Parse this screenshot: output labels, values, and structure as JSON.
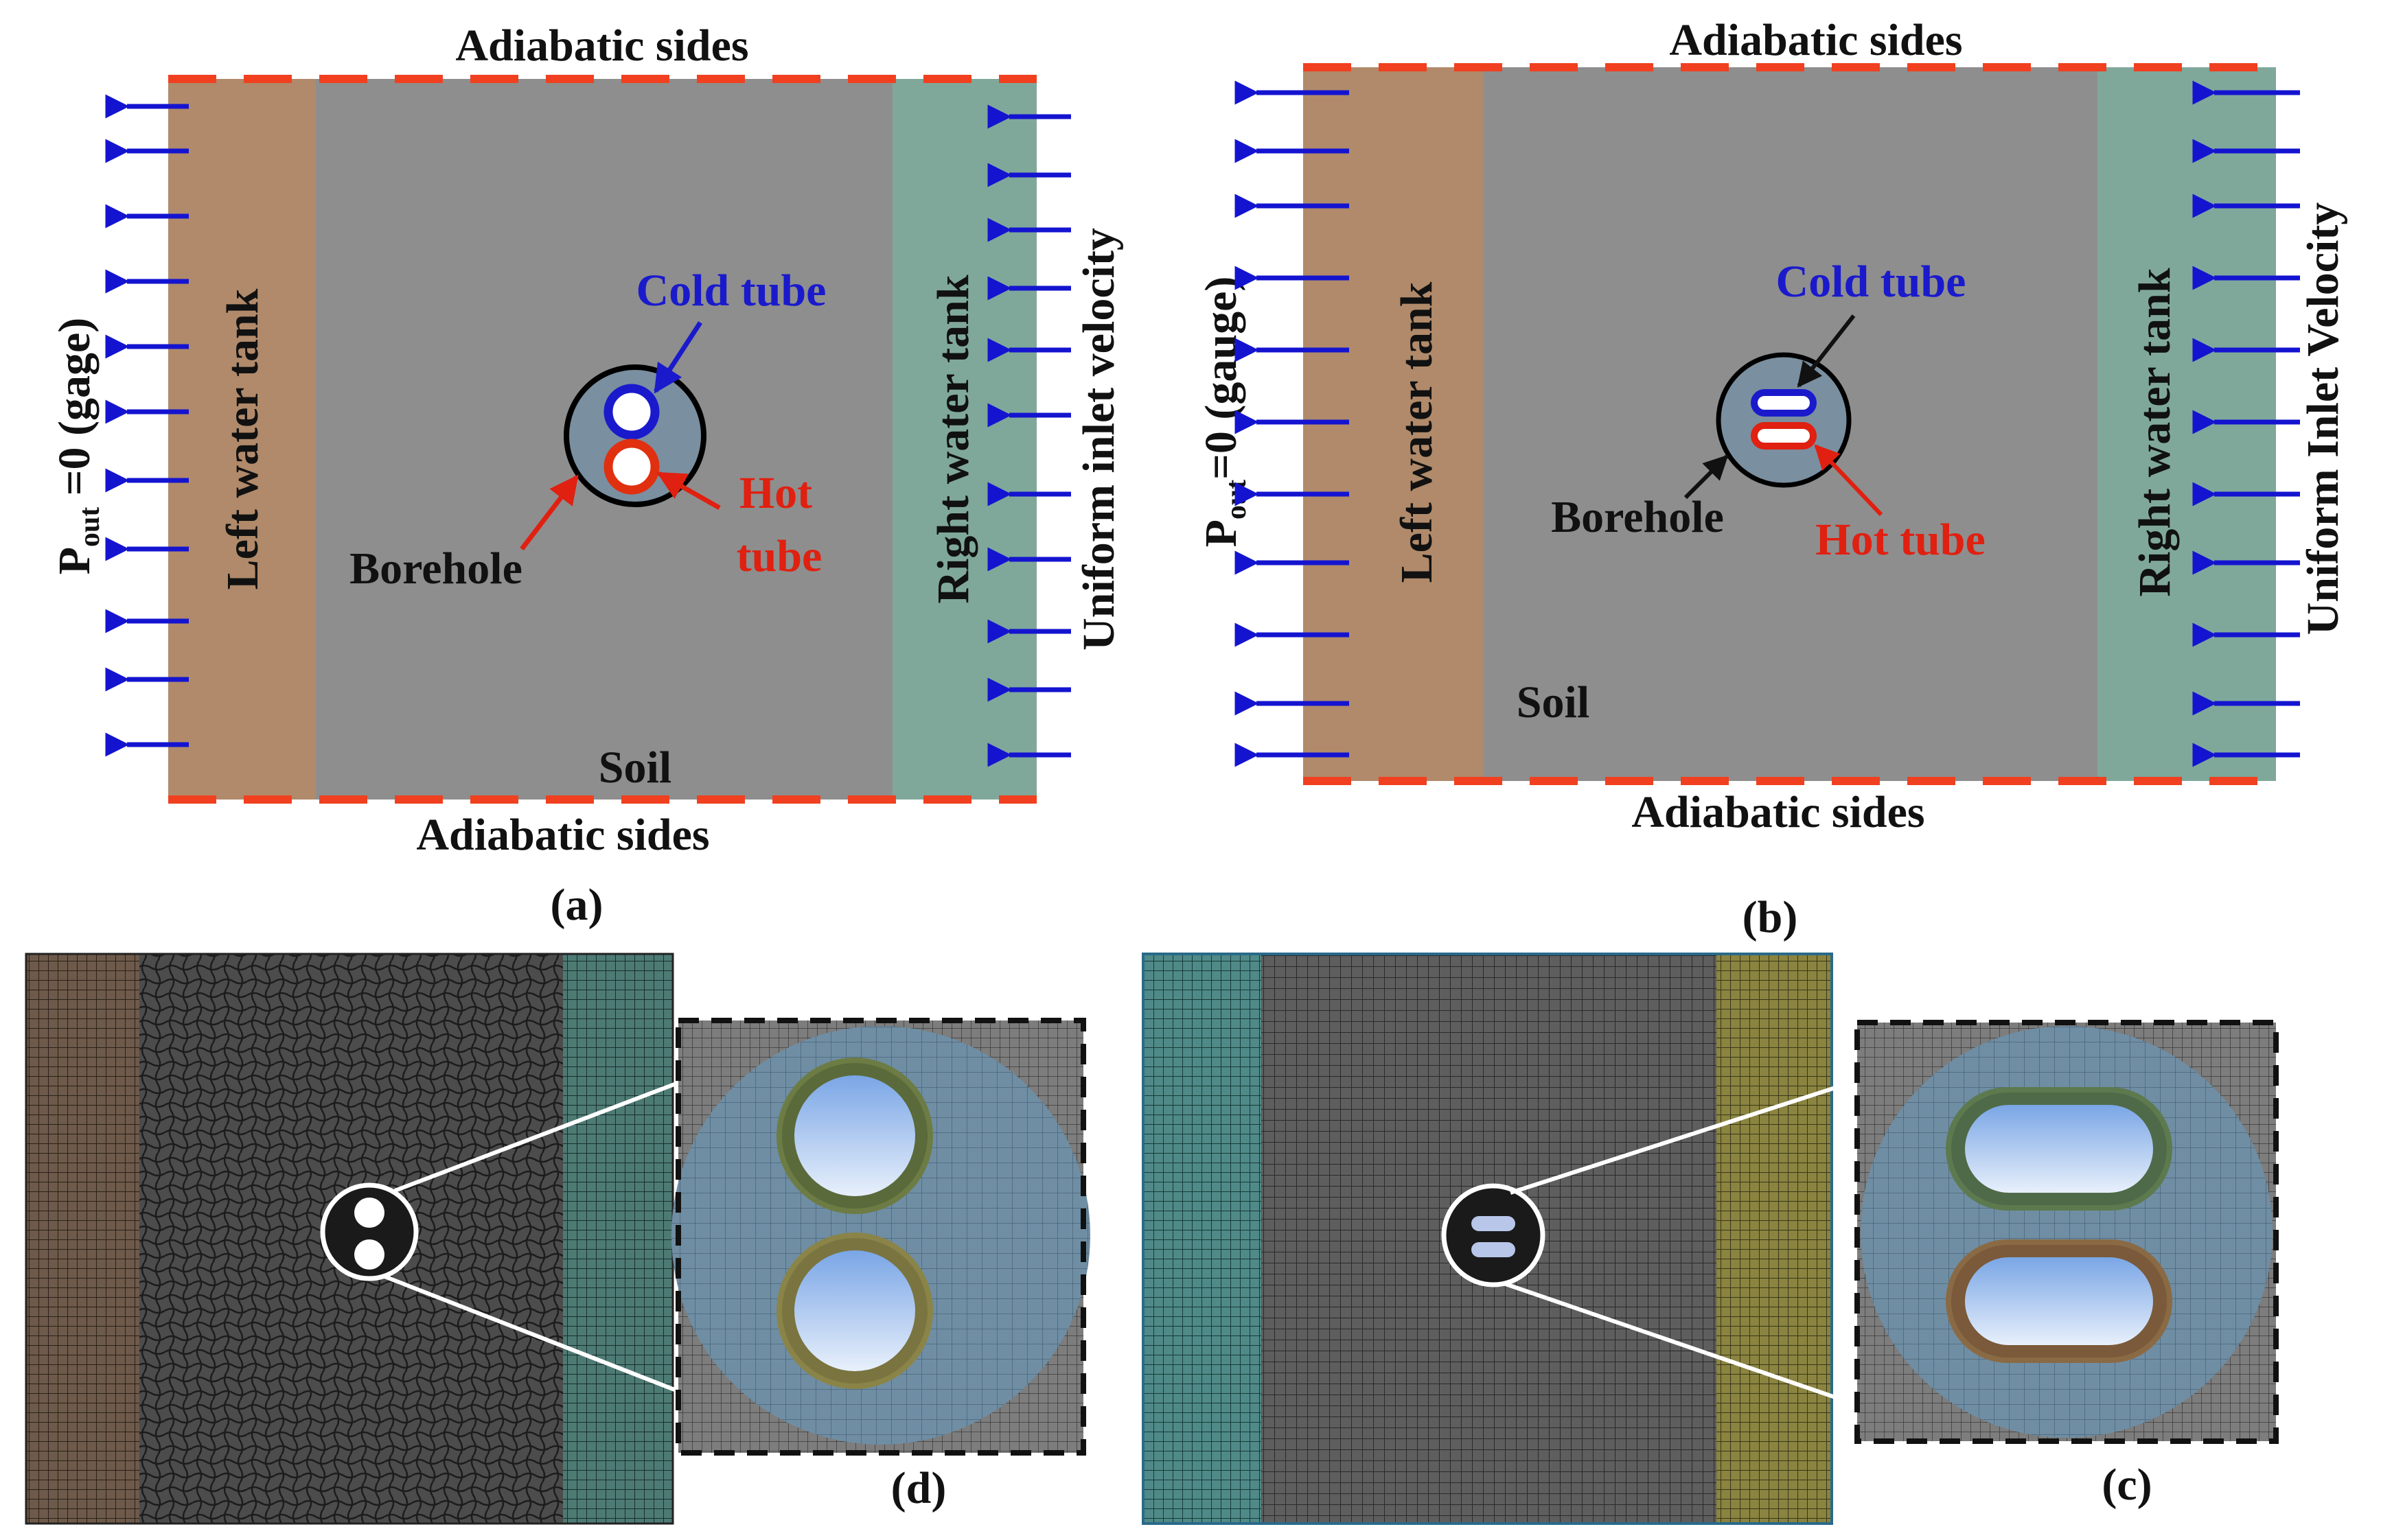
{
  "panel_a": {
    "caption": "(a)",
    "top_label": "Adiabatic sides",
    "bottom_label": "Adiabatic sides",
    "left_tank": "Left water tank",
    "right_tank": "Right water tank",
    "soil": "Soil",
    "cold_tube": "Cold tube",
    "hot_tube_line1": "Hot",
    "hot_tube_line2": "tube",
    "borehole": "Borehole",
    "outlet_p": "P",
    "outlet_sub": "out",
    "outlet_rest": " =0 (gage)",
    "inlet": "Uniform inlet velocity"
  },
  "panel_b": {
    "caption": "(b)",
    "top_label": "Adiabatic sides",
    "bottom_label": "Adiabatic sides",
    "left_tank": "Left water tank",
    "right_tank": "Right water tank",
    "soil": "Soil",
    "cold_tube": "Cold tube",
    "hot_tube": "Hot tube",
    "borehole": "Borehole",
    "outlet_p": "P",
    "outlet_sub": "out",
    "outlet_rest": "=0 (gauge)",
    "inlet": "Uniform Inlet Velocity"
  },
  "panel_c": {
    "caption": "(c)"
  },
  "panel_d": {
    "caption": "(d)"
  },
  "colors": {
    "left_tank": "#b08a6a",
    "soil": "#8e8e8e",
    "right_tank": "#7fa89b",
    "borehole": "#7a8fa0",
    "cold": "#1a1acc",
    "hot": "#e02010",
    "adiabatic_dash": "#f04020",
    "arrow": "#1414d0"
  }
}
